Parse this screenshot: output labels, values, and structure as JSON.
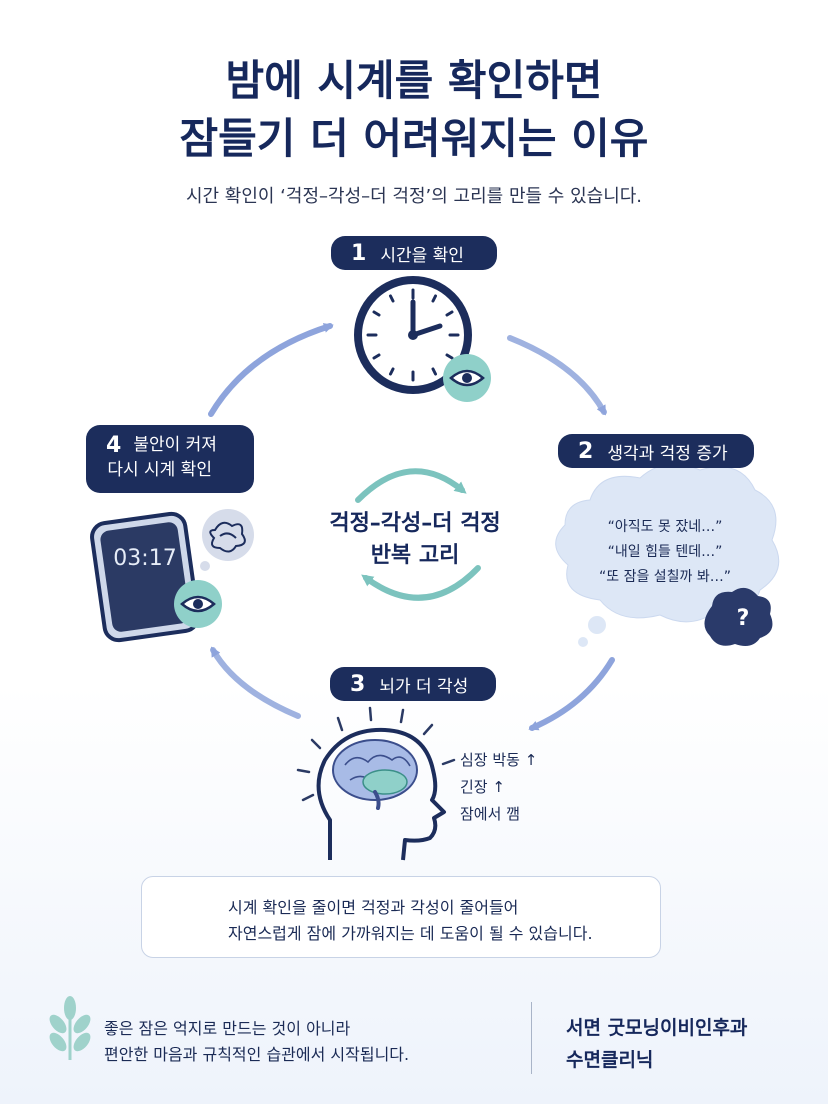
{
  "title_line1": "밤에 시계를 확인하면",
  "title_line2": "잠들기 더 어려워지는 이유",
  "subtitle": "시간 확인이 ‘걱정–각성–더 걱정’의 고리를 만들 수 있습니다.",
  "steps": [
    {
      "num": "1",
      "label": "시간을 확인"
    },
    {
      "num": "2",
      "label": "생각과 걱정 증가"
    },
    {
      "num": "3",
      "label": "뇌가 더 각성"
    },
    {
      "num": "4",
      "label_line1": "불안이 커져",
      "label_line2": "다시 시계 확인"
    }
  ],
  "center_line1": "걱정–각성–더 걱정",
  "center_line2": "반복 고리",
  "thoughts": [
    "“아직도 못 잤네…”",
    "“내일 힘들 텐데…”",
    "“또 잠을 설칠까 봐…”"
  ],
  "question_mark": "?",
  "symptoms": [
    "심장 박동 ↑",
    "긴장 ↑",
    "잠에서 깸"
  ],
  "phone_time": "03:17",
  "tip_line1": "시계 확인을 줄이면 걱정과 각성이 줄어들어",
  "tip_line2": "자연스럽게 잠에 가까워지는 데 도움이 될 수 있습니다.",
  "footer_line1": "좋은 잠은 억지로 만드는 것이 아니라",
  "footer_line2": "편안한 마음과 규칙적인 습관에서 시작됩니다.",
  "clinic_line1": "서면 굿모닝이비인후과",
  "clinic_line2": "수면클리닉",
  "colors": {
    "navy": "#1c2d5c",
    "teal": "#7cc3be",
    "arrow_blue": "#8ea4dc",
    "bubble": "#dde7f6"
  }
}
